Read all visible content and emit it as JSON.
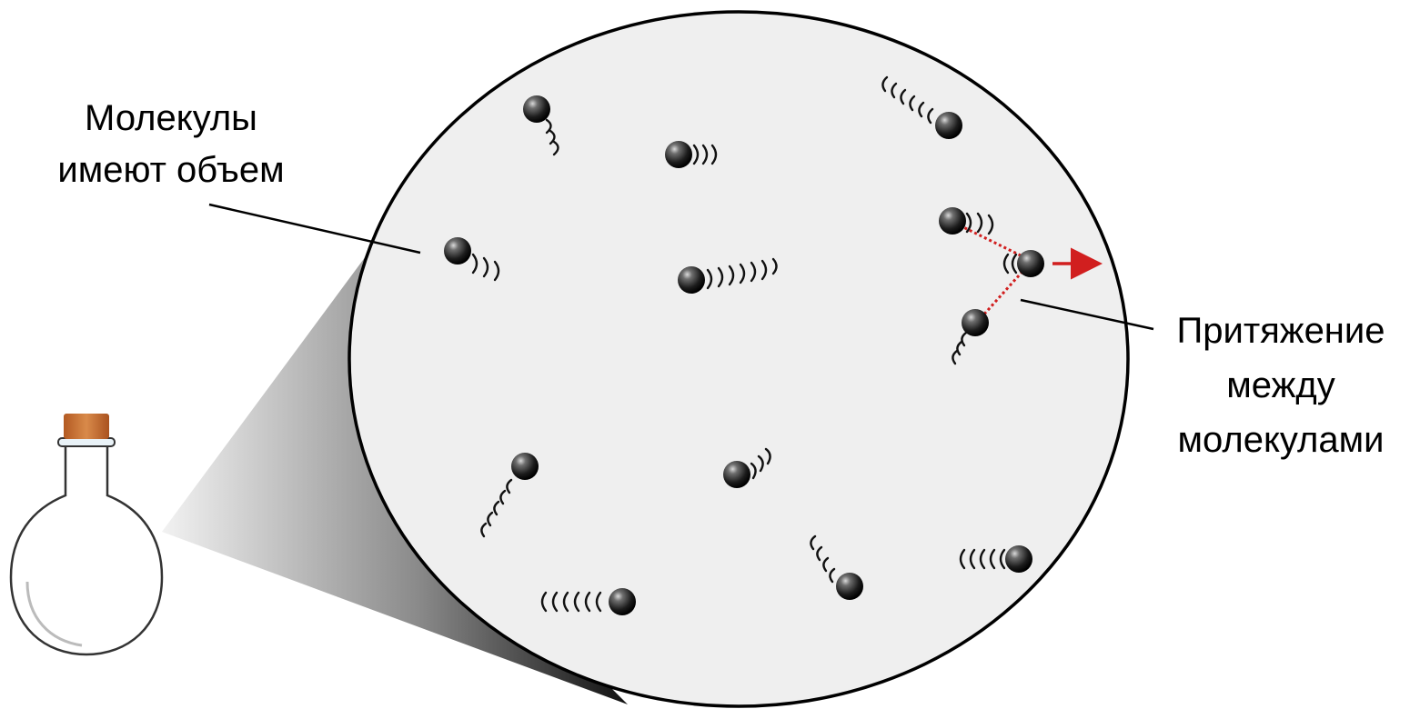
{
  "labels": {
    "volume_line1": "Молекулы",
    "volume_line2": "имеют объем",
    "attraction_line1": "Притяжение",
    "attraction_line2": "между",
    "attraction_line3": "молекулами"
  },
  "colors": {
    "background": "#ffffff",
    "magnified_circle_fill": "#efefef",
    "molecule": "#2a2a2a",
    "attraction_line": "#d11f1f",
    "cork": "#c46a2d"
  }
}
